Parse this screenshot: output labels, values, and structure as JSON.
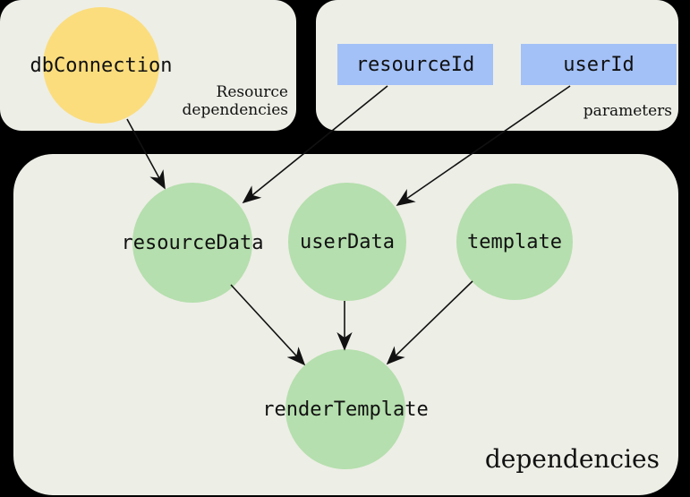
{
  "diagram_title": "dependencies",
  "colors": {
    "background": "#000000",
    "panel_bg": "#edeee6",
    "resource_dependency_node": "#fbdd7e",
    "parameter_node": "#a3c1f7",
    "dependency_node": "#b5dfae",
    "edge": "#111111",
    "text": "#111111"
  },
  "panels": {
    "resource_dependencies": {
      "label": "Resource\ndependencies"
    },
    "parameters": {
      "label": "parameters"
    },
    "dependencies": {
      "label": "dependencies"
    }
  },
  "nodes": {
    "dbConnection": {
      "label": "dbConnection",
      "group": "resource_dependencies",
      "shape": "circle"
    },
    "resourceId": {
      "label": "resourceId",
      "group": "parameters",
      "shape": "rect"
    },
    "userId": {
      "label": "userId",
      "group": "parameters",
      "shape": "rect"
    },
    "resourceData": {
      "label": "resourceData",
      "group": "dependencies",
      "shape": "circle"
    },
    "userData": {
      "label": "userData",
      "group": "dependencies",
      "shape": "circle"
    },
    "template": {
      "label": "template",
      "group": "dependencies",
      "shape": "circle"
    },
    "renderTemplate": {
      "label": "renderTemplate",
      "group": "dependencies",
      "shape": "circle"
    }
  },
  "edges": [
    {
      "from": "dbConnection",
      "to": "resourceData"
    },
    {
      "from": "resourceId",
      "to": "resourceData"
    },
    {
      "from": "userId",
      "to": "userData"
    },
    {
      "from": "resourceData",
      "to": "renderTemplate"
    },
    {
      "from": "userData",
      "to": "renderTemplate"
    },
    {
      "from": "template",
      "to": "renderTemplate"
    }
  ]
}
